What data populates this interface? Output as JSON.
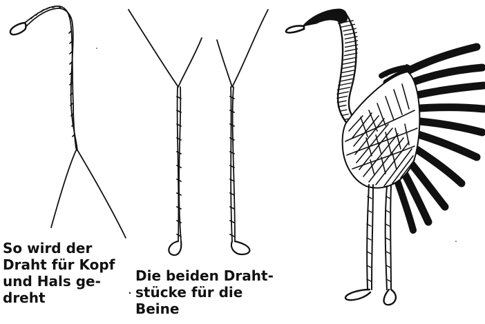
{
  "captions": {
    "head_neck_wire": {
      "lines": [
        "So wird der",
        "Draht für Kopf",
        "und Hals ge-",
        "dreht"
      ]
    },
    "leg_wires": {
      "lines": [
        "Die beiden Draht-",
        "stücke für die",
        "Beine"
      ]
    }
  },
  "figures": [
    {
      "id": "twisted-head-neck-wire",
      "depicts": "twisted wire bent into head and neck loop with two loose ends"
    },
    {
      "id": "two-leg-wires",
      "depicts": "two twisted wire pieces with loop feet"
    },
    {
      "id": "finished-bird",
      "depicts": "wire bird with wrapped neck, fan of tail feathers and wire legs"
    }
  ],
  "colors": {
    "ink": "#111111",
    "paper": "#ffffff"
  }
}
